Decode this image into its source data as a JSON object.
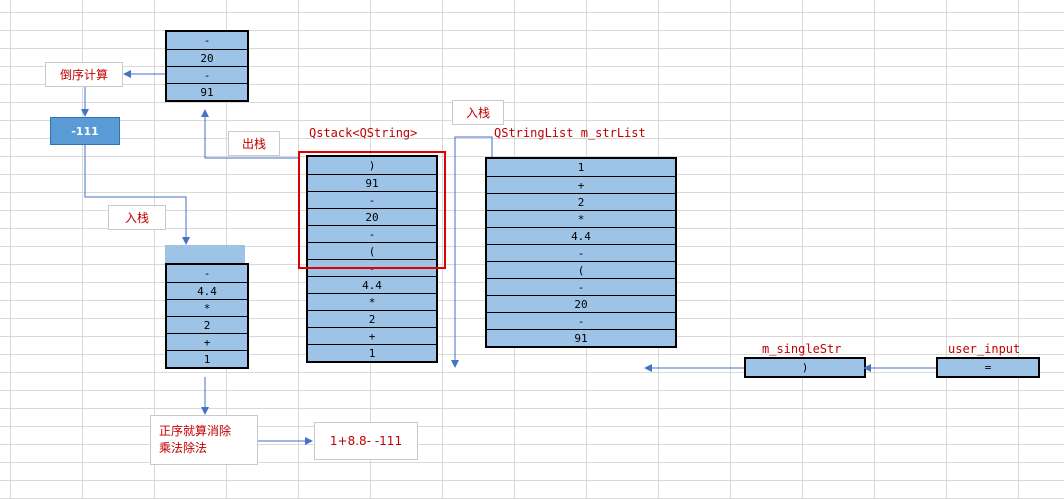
{
  "top_stack": [
    "-",
    "20",
    "-",
    "91"
  ],
  "labels": {
    "reverse_calc": "倒序计算",
    "push1": "入栈",
    "pop": "出栈",
    "push2": "入栈",
    "forward_calc_line1": "正序就算消除",
    "forward_calc_line2": "乘法除法",
    "qstack_title": "Qstack<QString>",
    "strlist_title": "QStringList m_strList",
    "single_title": "m_singleStr",
    "user_title": "user_input"
  },
  "result_value": "-111",
  "forward_result": "1+8.8- -111",
  "left_stack": [
    "-",
    "4.4",
    "*",
    "2",
    "+",
    "1"
  ],
  "qstack": [
    ")",
    "91",
    "-",
    "20",
    "-",
    "(",
    "-",
    "4.4",
    "*",
    "2",
    "+",
    "1"
  ],
  "strlist": [
    "1",
    "+",
    "2",
    "*",
    "4.4",
    "-",
    "(",
    "-",
    "20",
    "-",
    "91"
  ],
  "single_value": ")",
  "user_value": "=",
  "colors": {
    "cell": "#9dc3e6",
    "result": "#5b9bd5",
    "arrow": "#4472c4",
    "red": "#c00000"
  }
}
